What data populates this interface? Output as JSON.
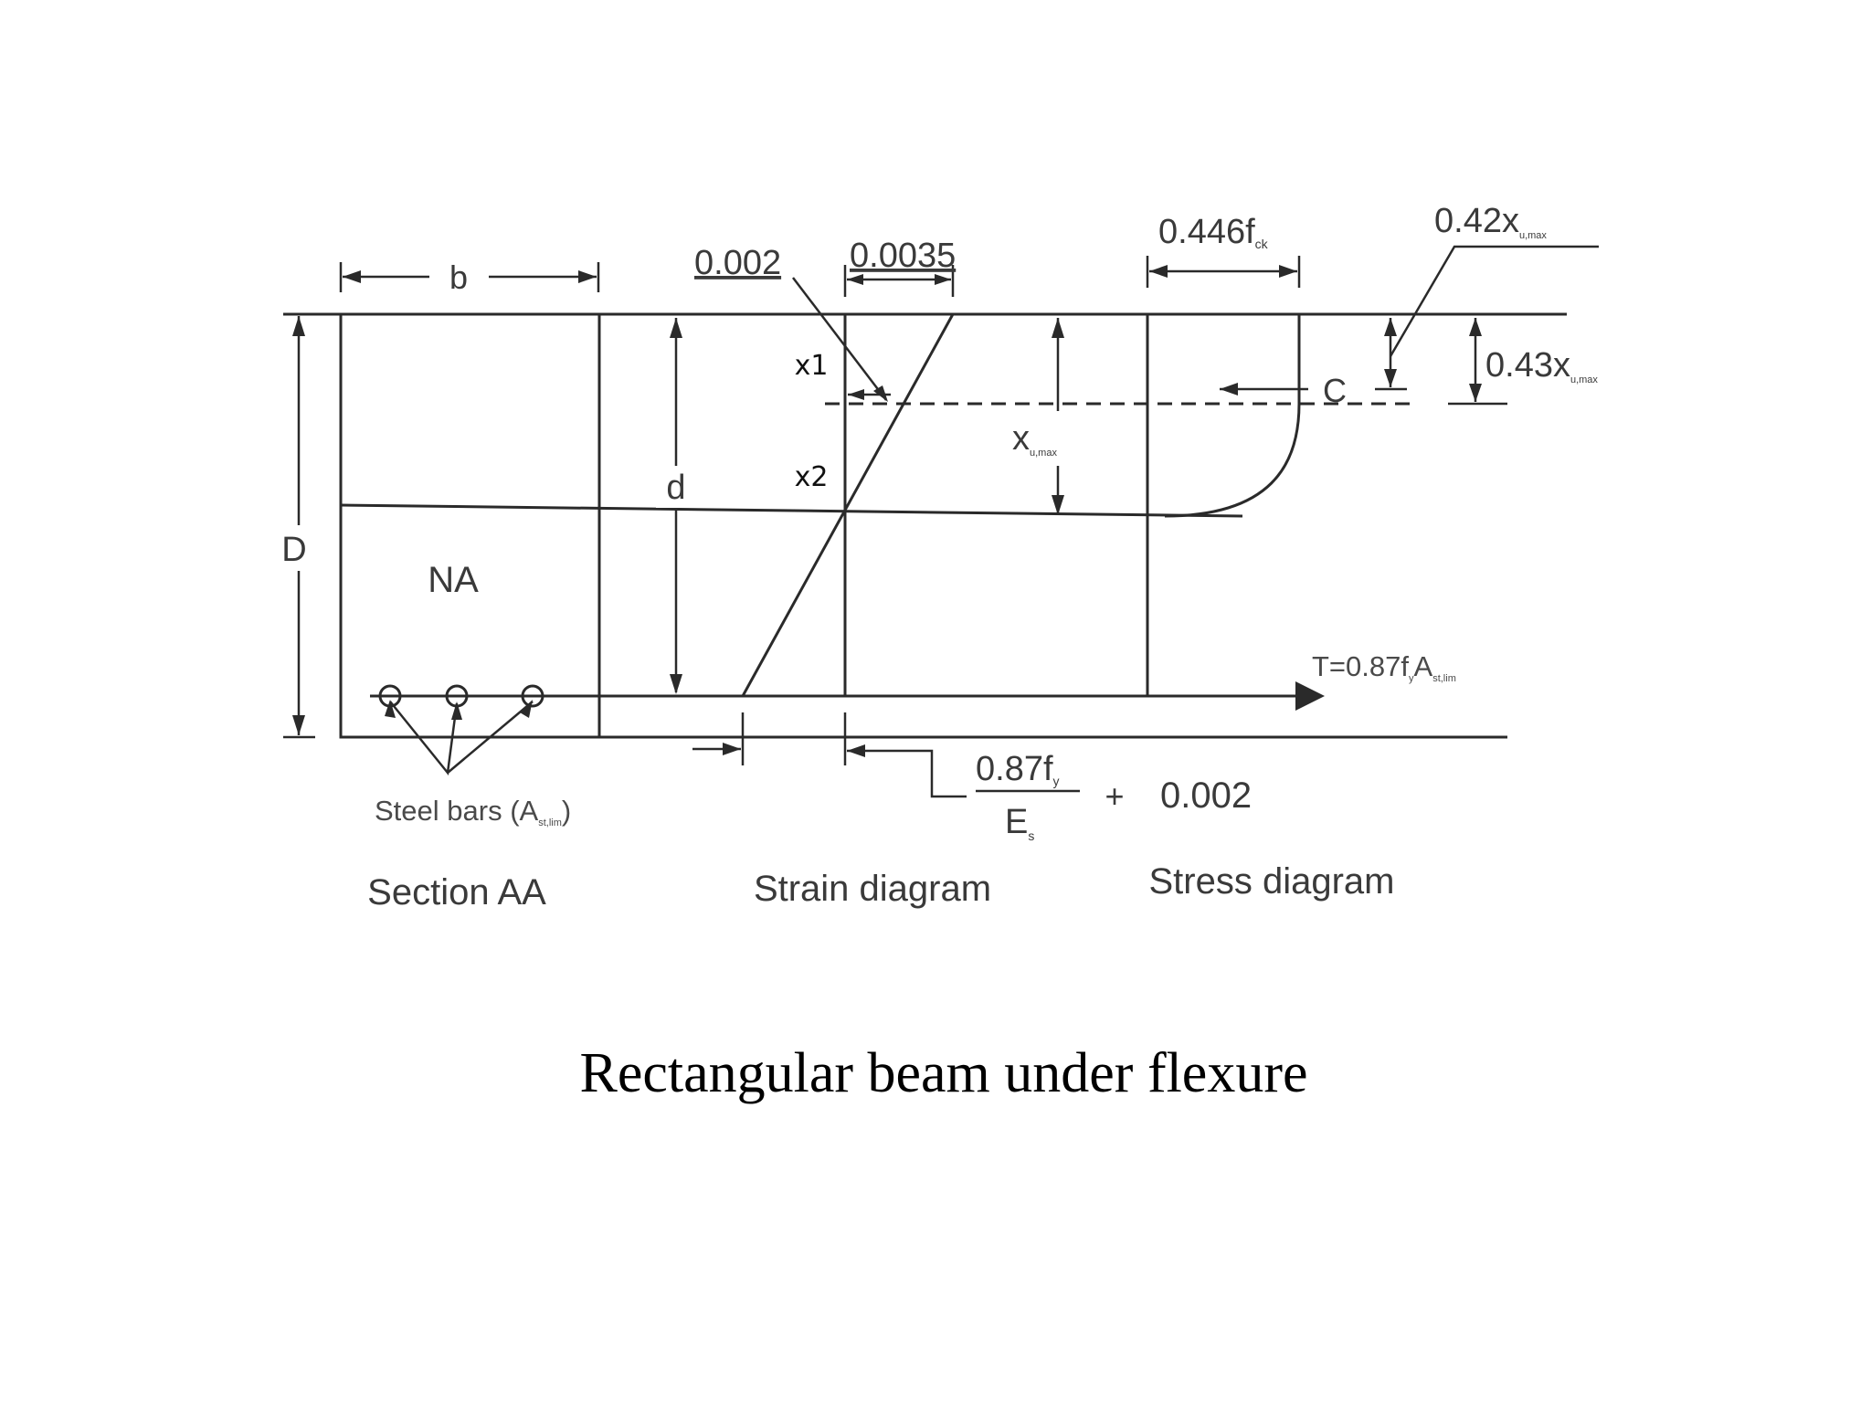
{
  "labels": {
    "b": "b",
    "d": "d",
    "D": "D",
    "na": "NA",
    "strain_top": "0.0035",
    "strain_yield": "0.002",
    "x1": "x1",
    "x2": "x2",
    "xu_max": "x",
    "xu_max_sub": "u,max",
    "stress_top": "0.446f",
    "stress_top_sub": "ck",
    "lever_042": "0.42x",
    "lever_042_sub": "u,max",
    "depth_043": "0.43x",
    "depth_043_sub": "u,max",
    "compression": "C",
    "tension": "T=0.87f",
    "tension_sub1": "y",
    "tension_mid": "A",
    "tension_sub2": "st,lim",
    "steel_bars": "Steel bars (A",
    "steel_bars_sub": "st,lim",
    "steel_bars_close": ")",
    "steel_strain_num": "0.87f",
    "steel_strain_num_sub": "y",
    "steel_strain_den": "E",
    "steel_strain_den_sub": "s",
    "plus": "+",
    "steel_strain_add": "0.002"
  },
  "section_titles": {
    "section": "Section AA",
    "strain": "Strain diagram",
    "stress": "Stress diagram"
  },
  "caption": "Rectangular beam under flexure"
}
